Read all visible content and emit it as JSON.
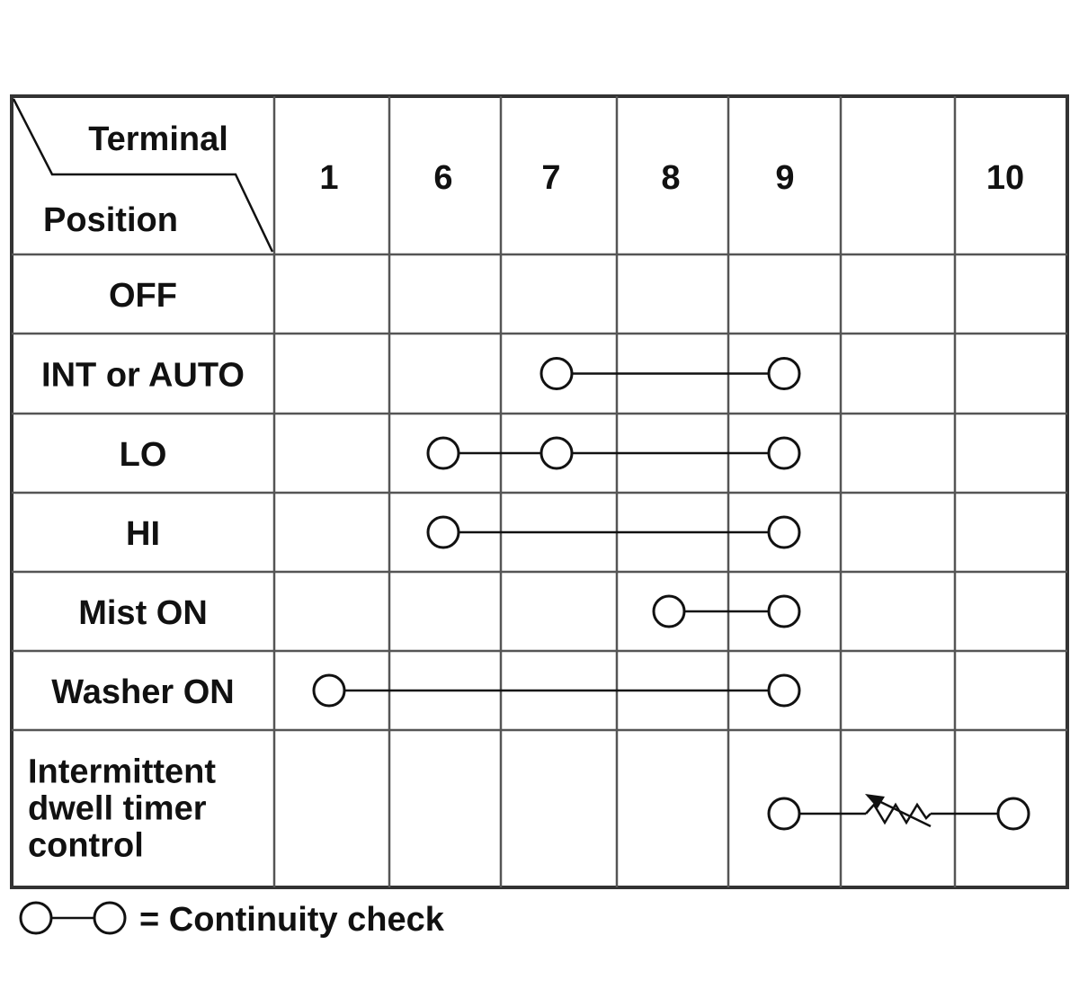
{
  "header": {
    "terminal_label": "Terminal",
    "position_label": "Position"
  },
  "terminals": [
    "1",
    "6",
    "7",
    "8",
    "9",
    "",
    "10"
  ],
  "rows": [
    {
      "label": [
        "OFF"
      ],
      "connections": []
    },
    {
      "label": [
        "INT or AUTO"
      ],
      "connections": [
        [
          "7",
          "9"
        ]
      ]
    },
    {
      "label": [
        "LO"
      ],
      "connections": [
        [
          "6",
          "7",
          "9"
        ]
      ]
    },
    {
      "label": [
        "HI"
      ],
      "connections": [
        [
          "6",
          "9"
        ]
      ]
    },
    {
      "label": [
        "Mist ON"
      ],
      "connections": [
        [
          "8",
          "9"
        ]
      ]
    },
    {
      "label": [
        "Washer ON"
      ],
      "connections": [
        [
          "1",
          "9"
        ]
      ]
    },
    {
      "label": [
        "Intermittent",
        "dwell timer",
        "control"
      ],
      "connections": [
        [
          "9",
          "variable-resistor",
          "10"
        ]
      ]
    }
  ],
  "legend": {
    "text": "= Continuity check"
  },
  "colors": {
    "lines": "#333333",
    "text": "#111111",
    "background": "#ffffff"
  }
}
